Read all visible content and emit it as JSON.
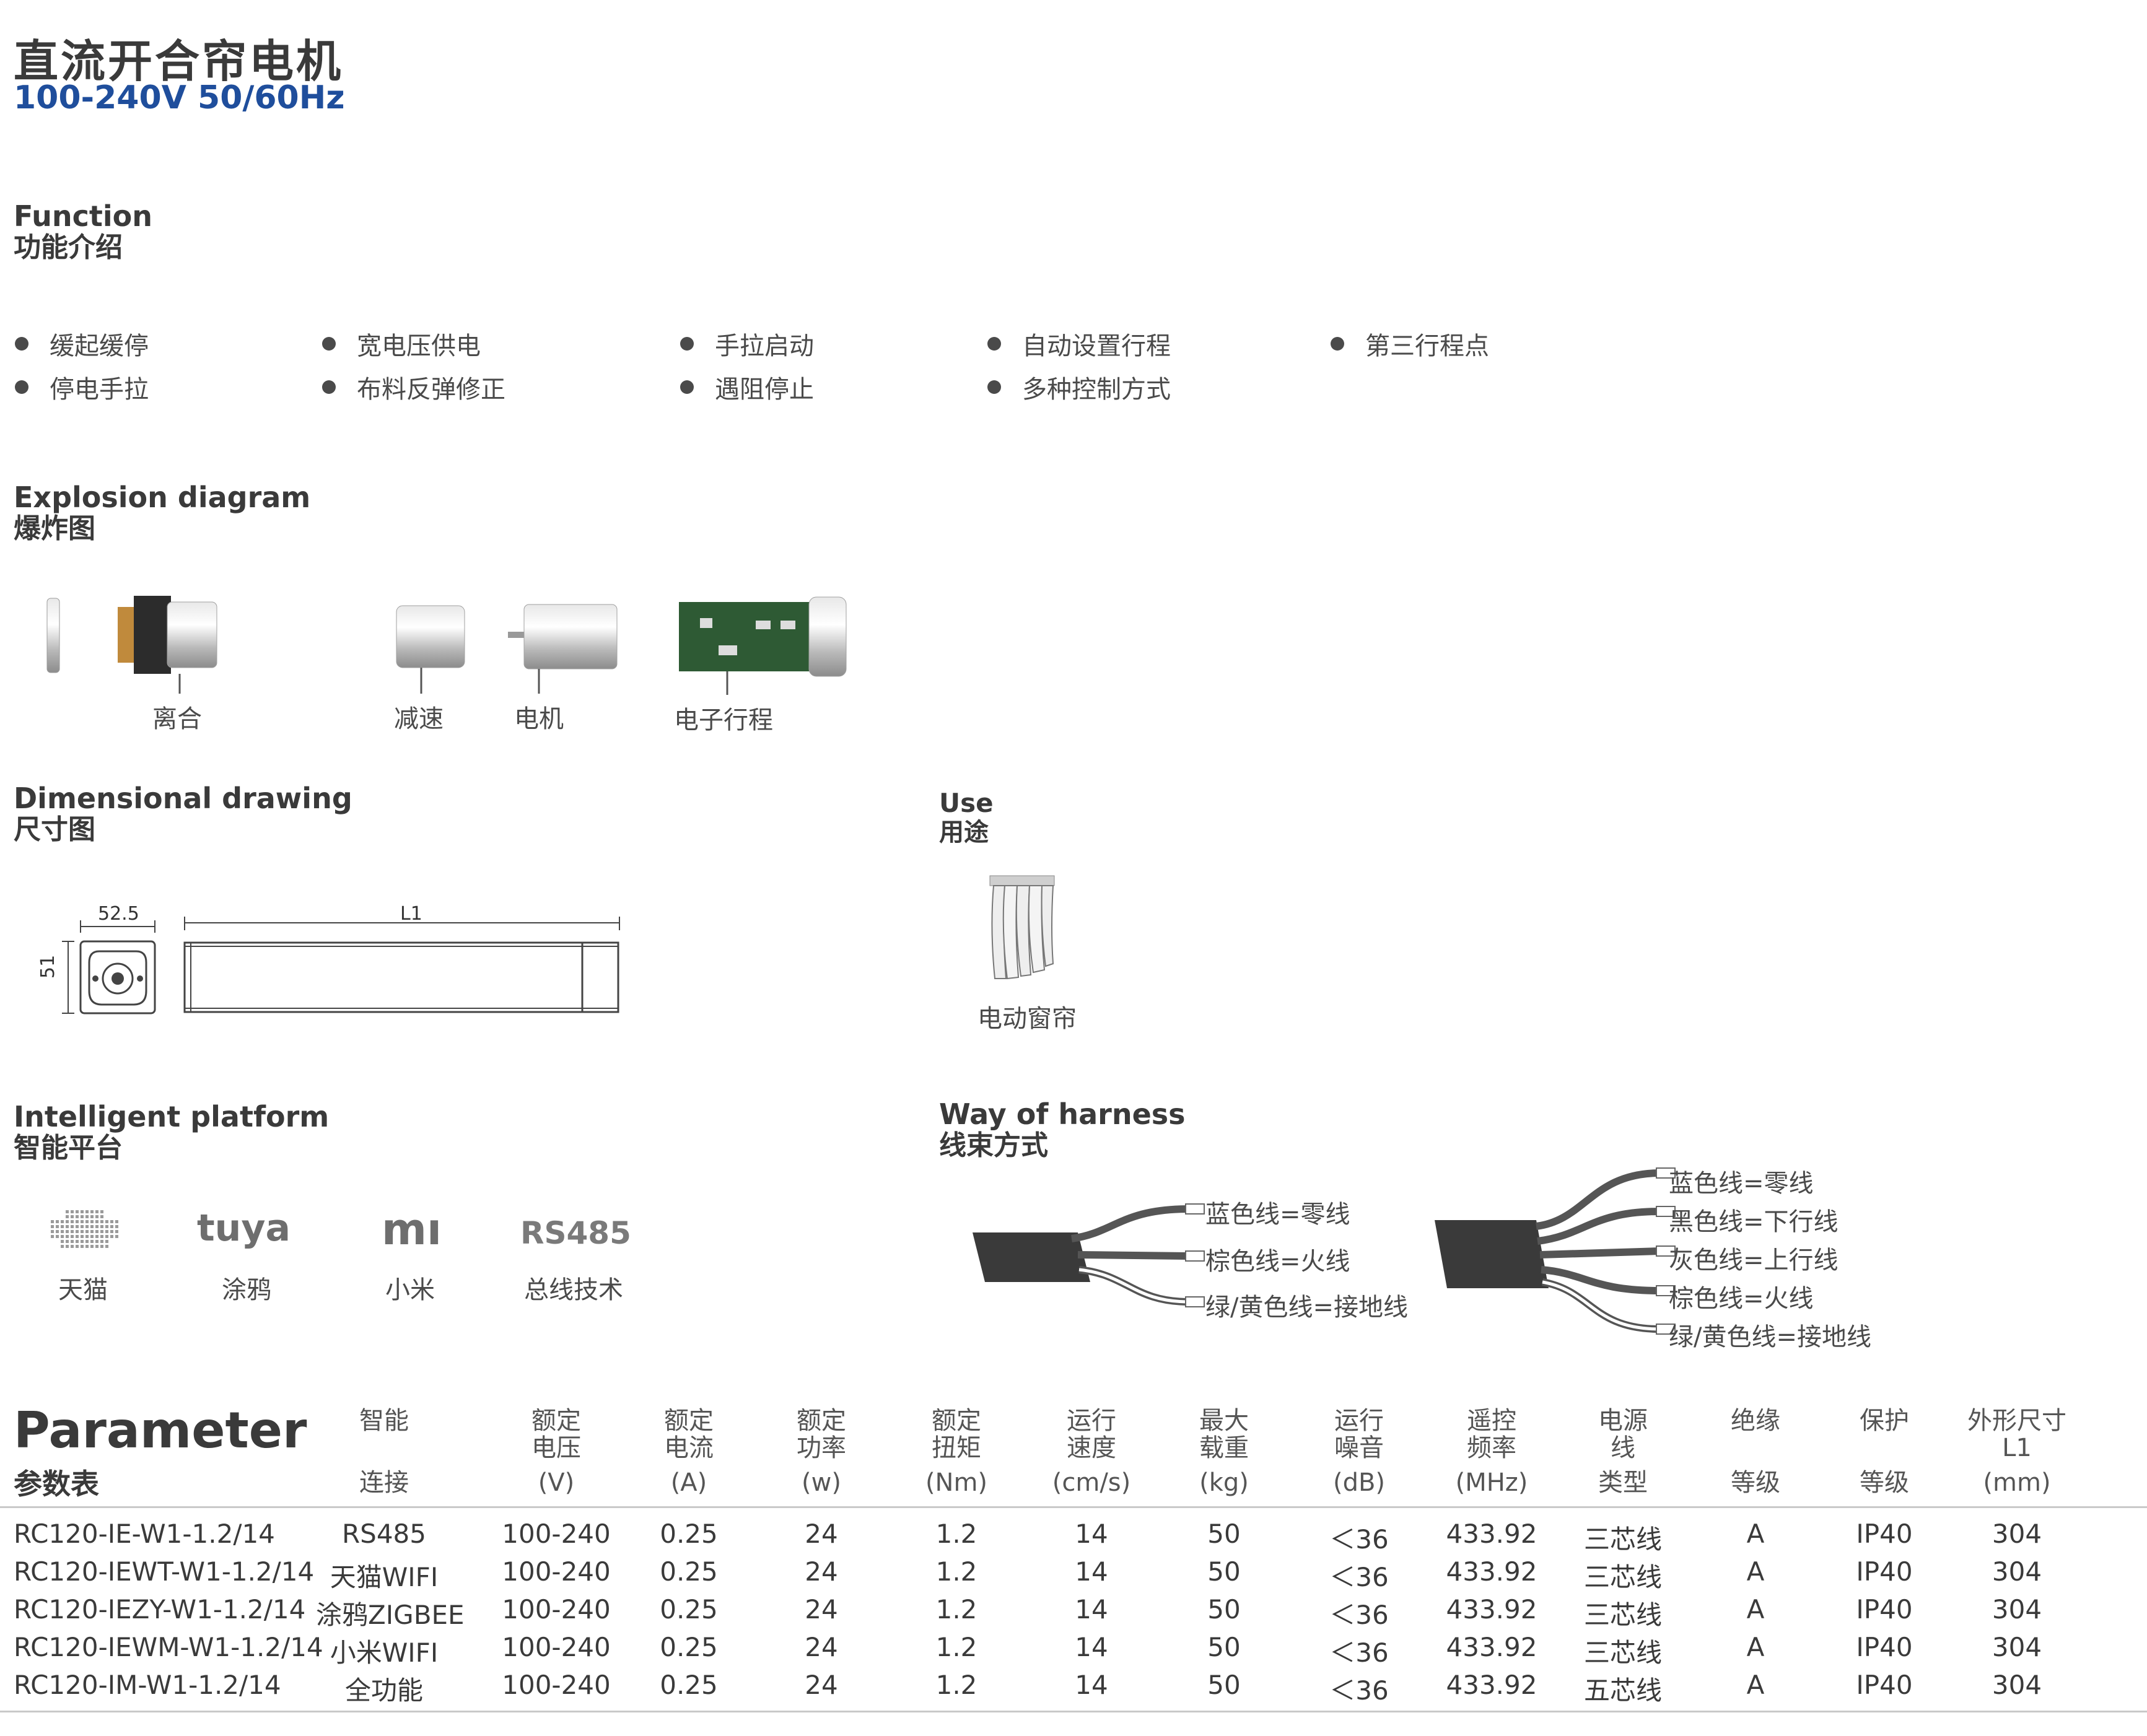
{
  "header": {
    "title": "直流开合帘电机",
    "subtitle": "100-240V 50/60Hz"
  },
  "function": {
    "title_en": "Function",
    "title_cn": "功能介绍",
    "items": [
      "缓起缓停",
      "宽电压供电",
      "手拉启动",
      "自动设置行程",
      "第三行程点",
      "停电手拉",
      "布料反弹修正",
      "遇阻停止",
      "多种控制方式"
    ]
  },
  "explosion": {
    "title_en": "Explosion diagram",
    "title_cn": "爆炸图",
    "parts": [
      "离合",
      "减速",
      "电机",
      "电子行程"
    ]
  },
  "dimension": {
    "title_en": "Dimensional drawing",
    "title_cn": "尺寸图",
    "width": "52.5",
    "height": "51",
    "length": "L1"
  },
  "use": {
    "title_en": "Use",
    "title_cn": "用途",
    "item": "电动窗帘"
  },
  "platform": {
    "title_en": "Intelligent platform",
    "title_cn": "智能平台",
    "logos": [
      {
        "label": "天猫",
        "icon": "tmall-logo-icon"
      },
      {
        "label": "涂鸦",
        "icon": "tuya-logo-icon",
        "mark": "tuya"
      },
      {
        "label": "小米",
        "icon": "mi-logo-icon",
        "mark": "mı"
      },
      {
        "label": "总线技术",
        "icon": "rs485-logo-icon",
        "mark": "RS485"
      }
    ]
  },
  "harness": {
    "title_en": "Way of harness",
    "title_cn": "线束方式",
    "three_core": [
      "蓝色线=零线",
      "棕色线=火线",
      "绿/黄色线=接地线"
    ],
    "five_core": [
      "蓝色线=零线",
      "黑色线=下行线",
      "灰色线=上行线",
      "棕色线=火线",
      "绿/黄色线=接地线"
    ]
  },
  "parameter": {
    "title_en": "Parameter",
    "title_cn": "参数表",
    "headers": [
      {
        "top": "智能",
        "bottom": "连接"
      },
      {
        "top": "额定\n电压",
        "bottom": "(V)"
      },
      {
        "top": "额定\n电流",
        "bottom": "(A)"
      },
      {
        "top": "额定\n功率",
        "bottom": "(w)"
      },
      {
        "top": "额定\n扭矩",
        "bottom": "(Nm)"
      },
      {
        "top": "运行\n速度",
        "bottom": "(cm/s)"
      },
      {
        "top": "最大\n载重",
        "bottom": "(kg)"
      },
      {
        "top": "运行\n噪音",
        "bottom": "(dB)"
      },
      {
        "top": "遥控\n频率",
        "bottom": "(MHz)"
      },
      {
        "top": "电源\n线",
        "bottom": "类型"
      },
      {
        "top": "绝缘",
        "bottom": "等级"
      },
      {
        "top": "保护",
        "bottom": "等级"
      },
      {
        "top": "外形尺寸\nL1",
        "bottom": "(mm)"
      }
    ],
    "rows": [
      [
        "RC120-IE-W1-1.2/14",
        "RS485",
        "100-240",
        "0.25",
        "24",
        "1.2",
        "14",
        "50",
        "＜36",
        "433.92",
        "三芯线",
        "A",
        "IP40",
        "304"
      ],
      [
        "RC120-IEWT-W1-1.2/14",
        "天猫WIFI",
        "100-240",
        "0.25",
        "24",
        "1.2",
        "14",
        "50",
        "＜36",
        "433.92",
        "三芯线",
        "A",
        "IP40",
        "304"
      ],
      [
        "RC120-IEZY-W1-1.2/14",
        "涂鸦ZIGBEE",
        "100-240",
        "0.25",
        "24",
        "1.2",
        "14",
        "50",
        "＜36",
        "433.92",
        "三芯线",
        "A",
        "IP40",
        "304"
      ],
      [
        "RC120-IEWM-W1-1.2/14",
        "小米WIFI",
        "100-240",
        "0.25",
        "24",
        "1.2",
        "14",
        "50",
        "＜36",
        "433.92",
        "三芯线",
        "A",
        "IP40",
        "304"
      ],
      [
        "RC120-IM-W1-1.2/14",
        "全功能",
        "100-240",
        "0.25",
        "24",
        "1.2",
        "14",
        "50",
        "＜36",
        "433.92",
        "五芯线",
        "A",
        "IP40",
        "304"
      ]
    ]
  }
}
